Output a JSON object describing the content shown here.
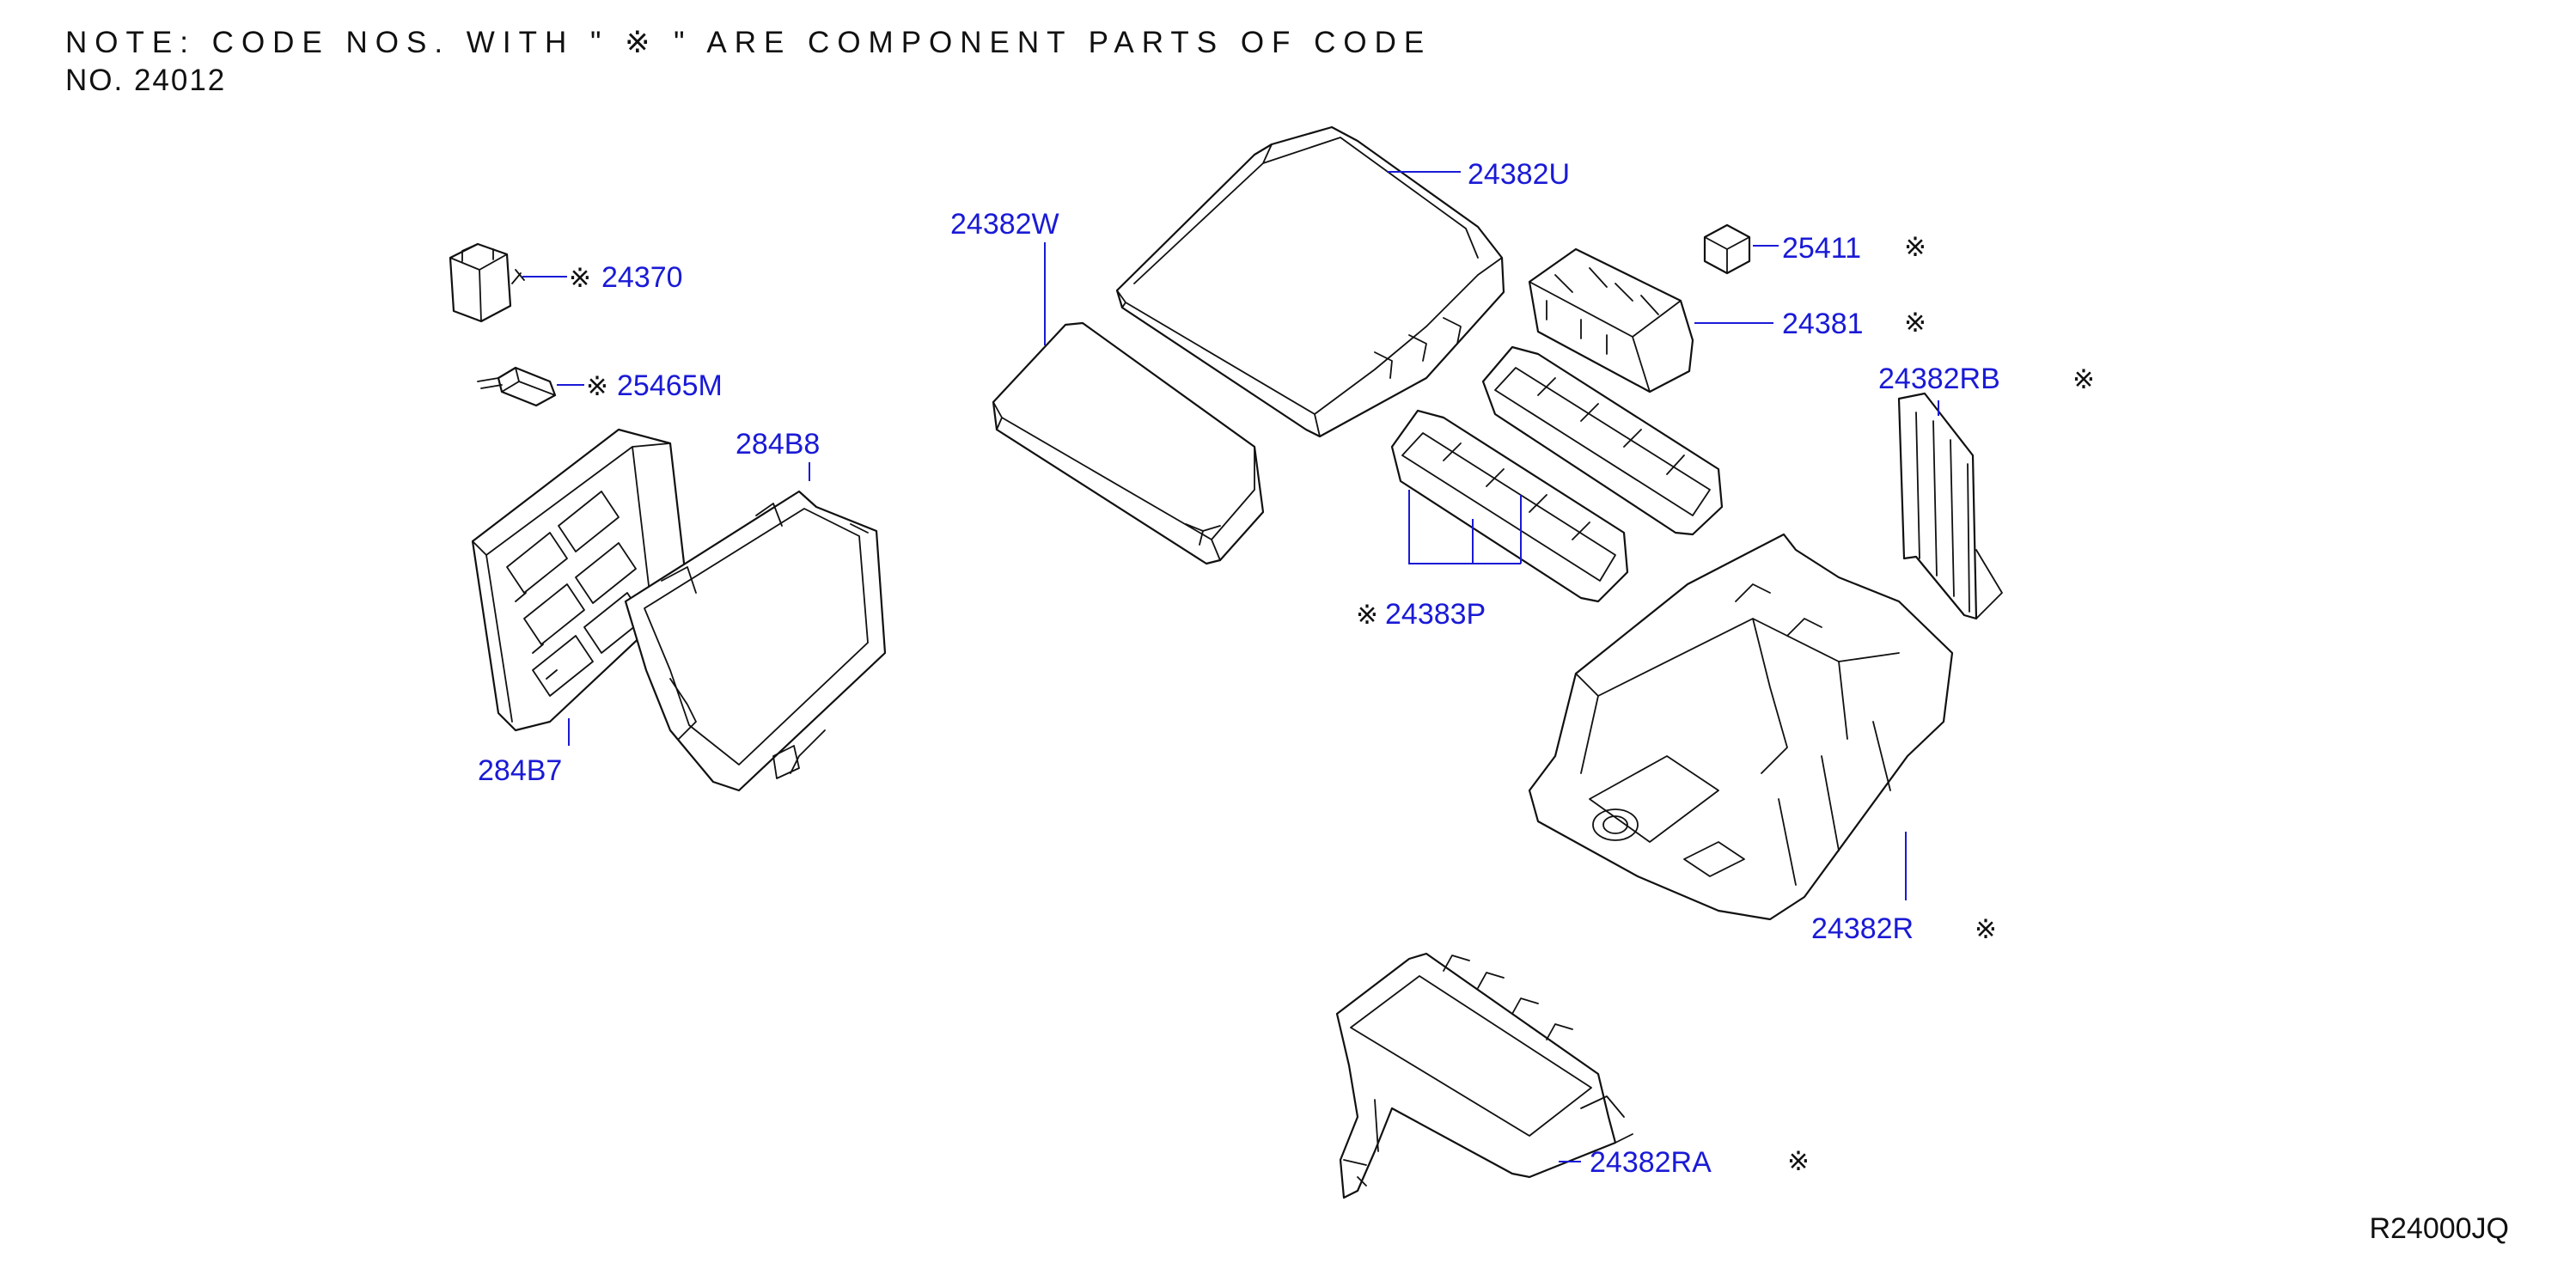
{
  "note": {
    "line1": "NOTE: CODE NOS. WITH \" ※ \" ARE COMPONENT PARTS OF CODE",
    "line2": "NO. 24012"
  },
  "reference_code": "R24000JQ",
  "component_mark": "※",
  "callouts": {
    "p24370": "24370",
    "p25465M": "25465M",
    "p284B8": "284B8",
    "p284B7": "284B7",
    "p24382W": "24382W",
    "p24382U": "24382U",
    "p25411": "25411",
    "p24381": "24381",
    "p24382RB": "24382RB",
    "p24383P": "24383P",
    "p24382R": "24382R",
    "p24382RA": "24382RA"
  },
  "colors": {
    "callout_text": "#1a1ad6",
    "linework": "#111111"
  }
}
